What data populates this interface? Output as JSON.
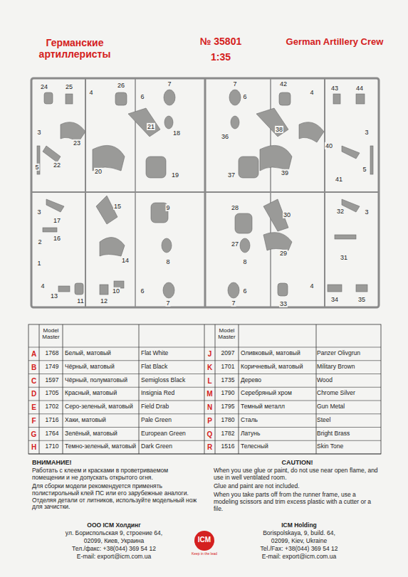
{
  "diagram": {
    "title": "№ 35801",
    "labels": [
      "Германские артиллеристы",
      "1:35",
      "German Artillery Crew",
      "24",
      "25",
      "4",
      "26",
      "6",
      "7",
      "3",
      "21",
      "18",
      "23",
      "5",
      "22",
      "20",
      "19",
      "3",
      "15",
      "9",
      "17",
      "16",
      "2",
      "1",
      "14",
      "8",
      "4",
      "13",
      "11",
      "12",
      "10",
      "6",
      "7",
      "7",
      "42",
      "4",
      "43",
      "44",
      "6",
      "36",
      "38",
      "3",
      "40",
      "37",
      "39",
      "5",
      "41",
      "28",
      "30",
      "32",
      "3",
      "27",
      "31",
      "29",
      "8",
      "4",
      "6",
      "7",
      "33",
      "34",
      "35",
      "Model Master",
      "Model Master",
      "A",
      "1768",
      "Белый, матовый",
      "Flat White",
      "B",
      "1749",
      "Чёрный, матовый",
      "Flat Black",
      "C",
      "1597",
      "Чёрный, полуматовый",
      "Semigloss Black",
      "D",
      "1705",
      "Красный, матовый",
      "Insignia Red",
      "E",
      "1702",
      "Серо-зеленый, матовый",
      "Field Drab",
      "F",
      "1716",
      "Хаки, матовый",
      "Pale Green",
      "G",
      "1764",
      "Зелёный, матовый",
      "European Green",
      "H",
      "1710",
      "Темно-зеленый, матовый",
      "Dark Green",
      "J",
      "2097",
      "Оливковый, матовый",
      "Panzer Olivgrun",
      "K",
      "1701",
      "Коричневый, матовый",
      "Military Brown",
      "L",
      "1735",
      "Дерево",
      "Wood",
      "M",
      "1790",
      "Серебряный хром",
      "Chrome Silver",
      "N",
      "1795",
      "Темный металл",
      "Gun Metal",
      "P",
      "1780",
      "Сталь",
      "Steel",
      "Q",
      "1782",
      "Латунь",
      "Bright Brass",
      "R",
      "1516",
      "Телесный",
      "Skin Tone",
      "ВНИМАНИЕ!",
      "Работать с клеем и красками в проветриваемом помещении и не допускать открытого огня.",
      "Для сборки модели рекомендуется применять полистирольный клей ПС или его зарубежные аналоги. Отделяя детали от литников, используйте модельный нож для зачистки.",
      "CAUTION!",
      "When you use glue or paint, do not use near open flame, and use in well ventilated room.",
      "Glue and paint are not included.",
      "When you take parts off from the runner frame, use a modeling scissors and trim excess plastic with a cutter or a file.",
      "ООО ICM Холдинг",
      "ул. Бориспольская 9, строение 64,",
      "02099, Киев, Украина",
      "Тел./факс: +38(044) 369 54 12",
      "E-mail: export@icm.com.ua",
      "ICM",
      "Keep in the lead",
      "ICM Holding",
      "Borispolskaya, 9, build. 64,",
      "02099, Kiev, Ukraine",
      "Tel./Fax: +38(044) 369 54 12",
      "E-mail: export@icm.com.ua"
    ]
  }
}
